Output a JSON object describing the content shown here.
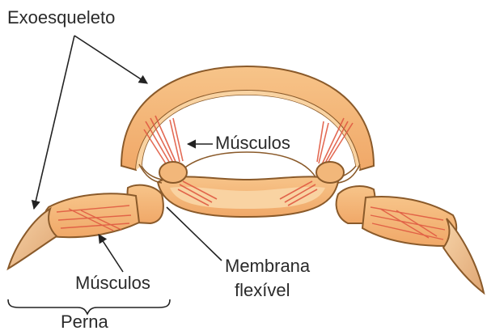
{
  "labels": {
    "exoesqueleto": "Exoesqueleto",
    "musculos_top": "Músculos",
    "membrana_line1": "Membrana",
    "membrana_line2": "flexível",
    "musculos_bottom": "Músculos",
    "perna": "Perna"
  },
  "colors": {
    "shell": "#f5b878",
    "shell_outline": "#8a5a2a",
    "inner_shell": "#f9d3a2",
    "muscle": "#e8634a",
    "claw": "#efc090",
    "line": "#222222"
  }
}
